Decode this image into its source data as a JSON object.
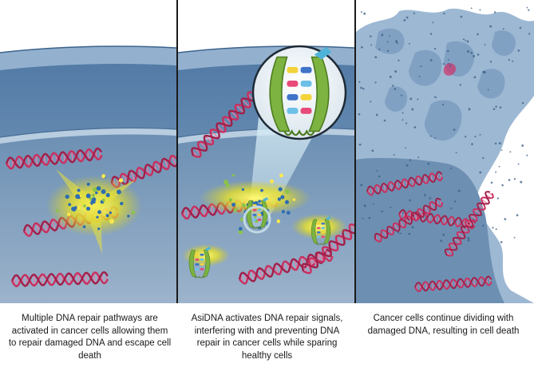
{
  "panels": [
    {
      "id": "repair-active",
      "caption": "Multiple DNA repair pathways are activated in cancer cells allowing them to repair damaged DNA and escape cell death"
    },
    {
      "id": "asidna",
      "caption": "AsiDNA activates DNA repair signals, interfering with and preventing DNA repair in cancer cells while sparing healthy cells"
    },
    {
      "id": "cell-death",
      "caption": "Cancer cells continue dividing with damaged DNA, resulting in cell death"
    }
  ],
  "colors": {
    "nucleus": "#5f87ad",
    "cytoplasm": "#7fa0c2",
    "membrane": "#9fbbd6",
    "dna": "#c8305f",
    "repair_glow": "#e8e23a",
    "molecule": "#2d6db3",
    "asidna_green": "#7cb341"
  }
}
